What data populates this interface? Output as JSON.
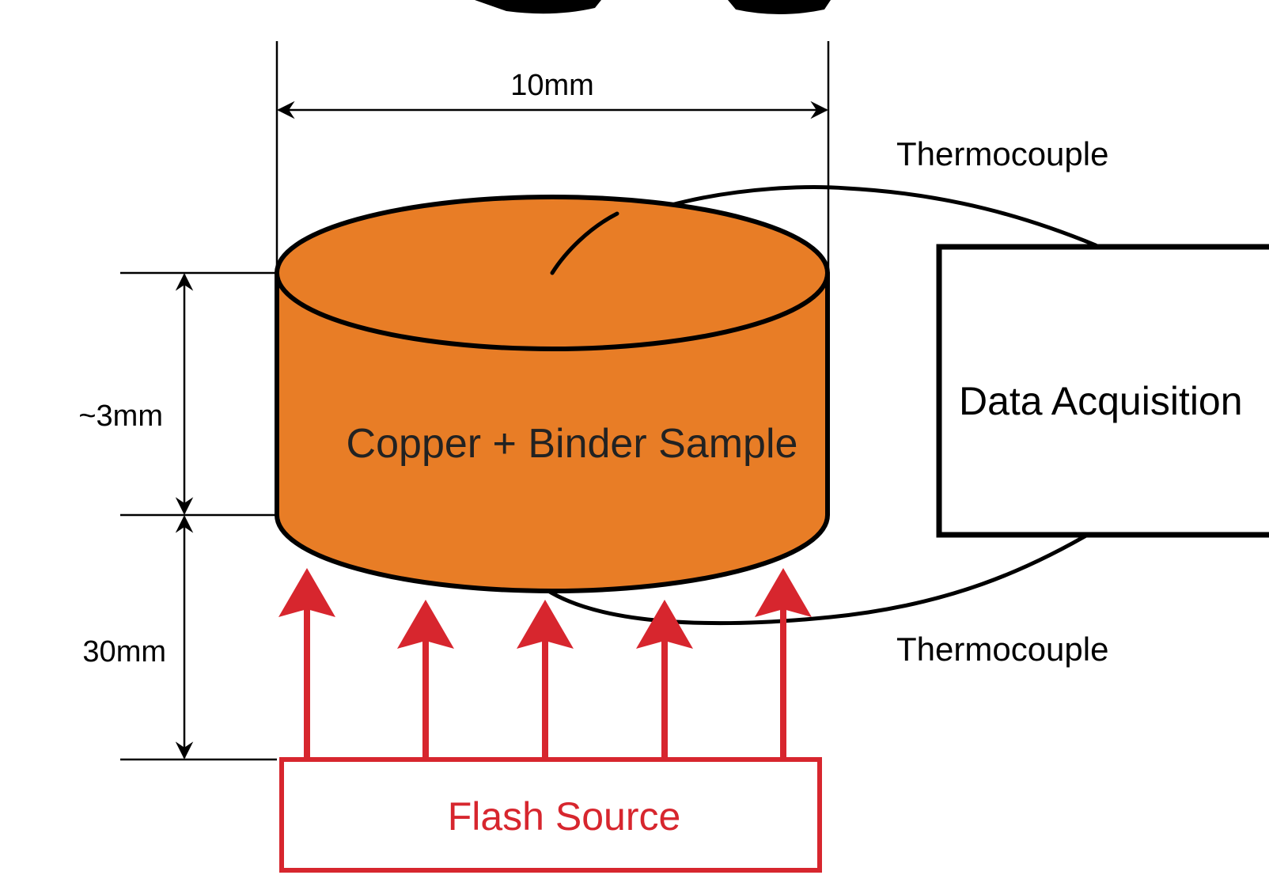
{
  "diagram": {
    "dimensions": {
      "width": "10mm",
      "height": "~3mm",
      "gap": "30mm"
    },
    "sample_label": "Copper + Binder Sample",
    "thermocouple_top": "Thermocouple",
    "thermocouple_bottom": "Thermocouple",
    "daq_label": "Data Acquisition",
    "flash_label": "Flash Source",
    "colors": {
      "sample_fill": "#E87D26",
      "flash": "#D7262E",
      "line": "#000000"
    }
  }
}
